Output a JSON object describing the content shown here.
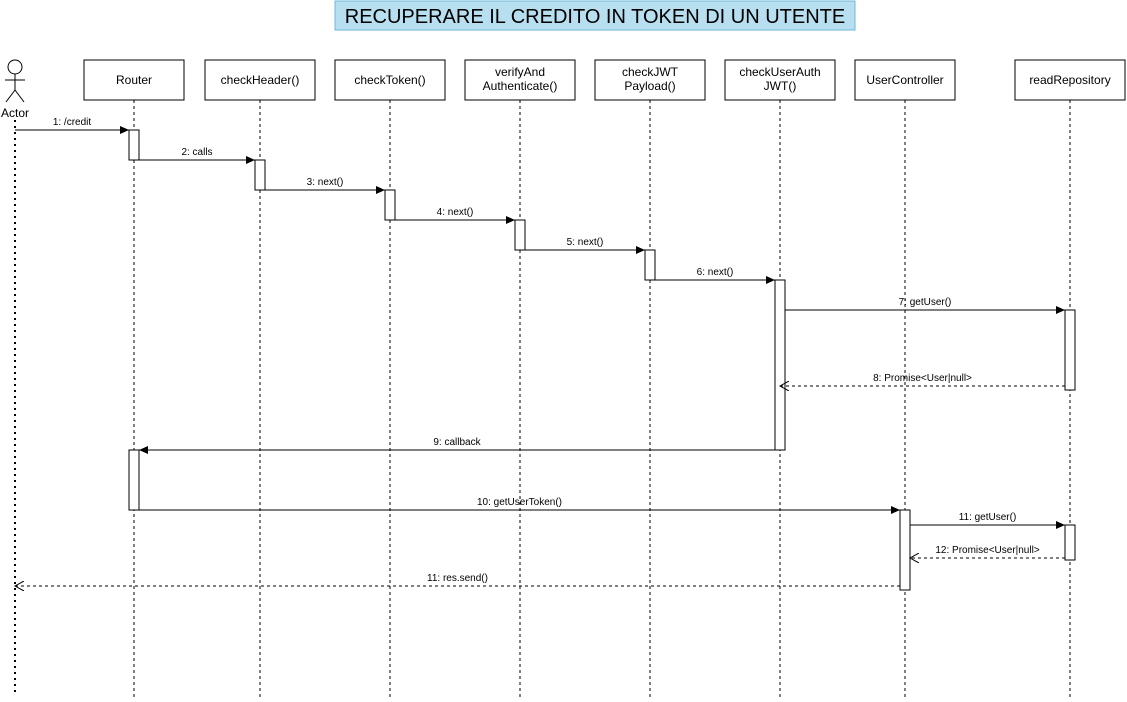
{
  "title": "RECUPERARE IL CREDITO IN TOKEN DI UN UTENTE",
  "colors": {
    "title_bg": "#b7dff0",
    "title_border": "#6cb7d8"
  },
  "actor": {
    "name": "Actor"
  },
  "participants": [
    {
      "id": "router",
      "lines": [
        "Router"
      ]
    },
    {
      "id": "checkHeader",
      "lines": [
        "checkHeader()"
      ]
    },
    {
      "id": "checkToken",
      "lines": [
        "checkToken()"
      ]
    },
    {
      "id": "verifyAndAuthenticate",
      "lines": [
        "verifyAnd",
        "Authenticate()"
      ]
    },
    {
      "id": "checkJWTPayload",
      "lines": [
        "checkJWT",
        "Payload()"
      ]
    },
    {
      "id": "checkUserAuthJWT",
      "lines": [
        "checkUserAuth",
        "JWT()"
      ]
    },
    {
      "id": "userController",
      "lines": [
        "UserController"
      ]
    },
    {
      "id": "readRepository",
      "lines": [
        "readRepository"
      ]
    }
  ],
  "messages": [
    {
      "label": "1: /credit",
      "from": "actor",
      "to": "router",
      "type": "sync"
    },
    {
      "label": "2: calls",
      "from": "router",
      "to": "checkHeader",
      "type": "sync"
    },
    {
      "label": "3: next()",
      "from": "checkHeader",
      "to": "checkToken",
      "type": "sync"
    },
    {
      "label": "4: next()",
      "from": "checkToken",
      "to": "verifyAndAuthenticate",
      "type": "sync"
    },
    {
      "label": "5: next()",
      "from": "verifyAndAuthenticate",
      "to": "checkJWTPayload",
      "type": "sync"
    },
    {
      "label": "6: next()",
      "from": "checkJWTPayload",
      "to": "checkUserAuthJWT",
      "type": "sync"
    },
    {
      "label": "7: getUser()",
      "from": "checkUserAuthJWT",
      "to": "readRepository",
      "type": "sync"
    },
    {
      "label": "8: Promise<User|null>",
      "from": "readRepository",
      "to": "checkUserAuthJWT",
      "type": "return"
    },
    {
      "label": "9: callback",
      "from": "checkUserAuthJWT",
      "to": "router",
      "type": "sync"
    },
    {
      "label": "10: getUserToken()",
      "from": "router",
      "to": "userController",
      "type": "sync"
    },
    {
      "label": "11: getUser()",
      "from": "userController",
      "to": "readRepository",
      "type": "sync"
    },
    {
      "label": "12: Promise<User|null>",
      "from": "readRepository",
      "to": "userController",
      "type": "return"
    },
    {
      "label": "11: res.send()",
      "from": "userController",
      "to": "actor",
      "type": "return"
    }
  ]
}
